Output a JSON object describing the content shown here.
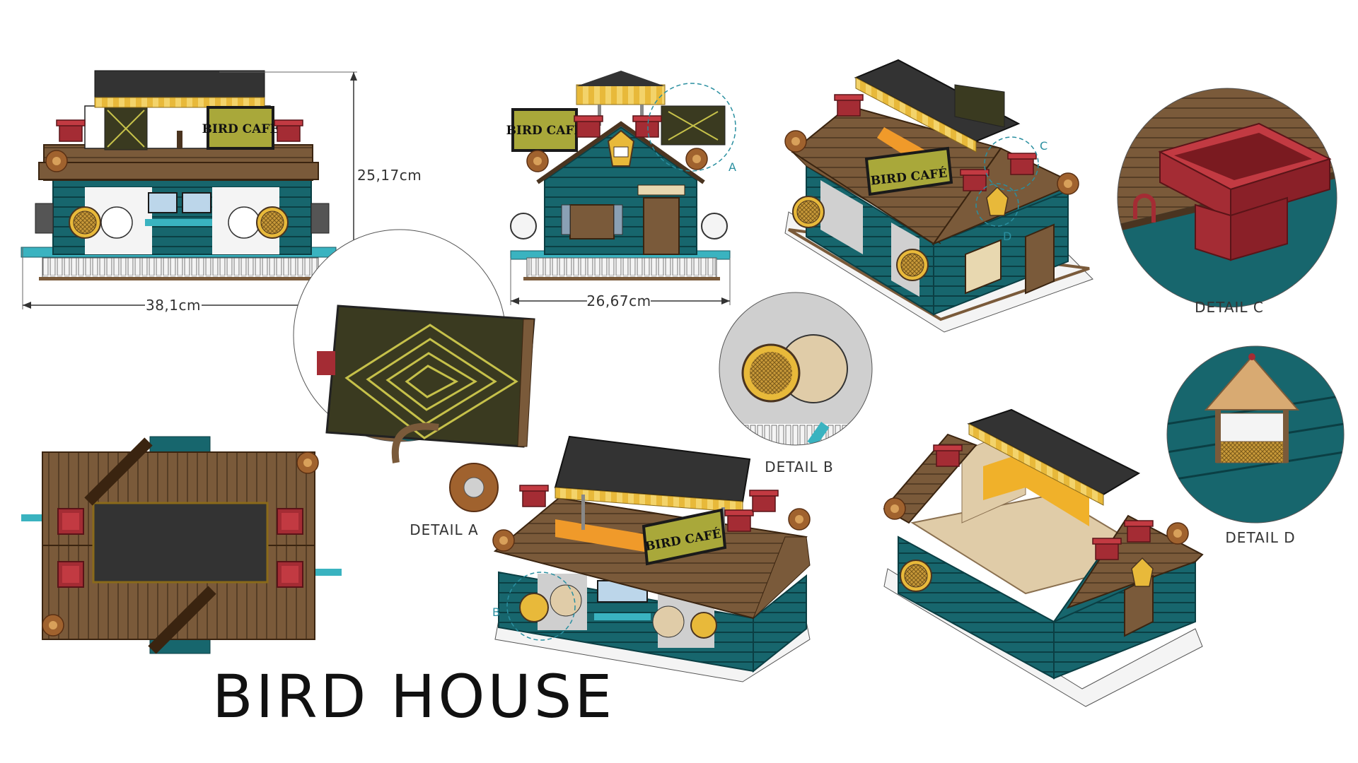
{
  "title": "BIRD HOUSE",
  "sign_text": "BIRD CAFÉ",
  "dimensions": {
    "height": "25,17cm",
    "width_front": "38,1cm",
    "width_side": "26,67cm"
  },
  "details": [
    {
      "tag": "A",
      "label": "DETAIL A"
    },
    {
      "tag": "B",
      "label": "DETAIL B"
    },
    {
      "tag": "C",
      "label": "DETAIL C"
    },
    {
      "tag": "D",
      "label": "DETAIL D"
    }
  ],
  "colors": {
    "wall_teal": "#17666d",
    "roof_brown": "#7a5a3a",
    "chimney_red": "#a42c34",
    "awning_yellow": "#e8b93a",
    "sign_green": "#a9a83a",
    "roof_black": "#333333",
    "fence_white": "#f4f4f4",
    "perch_cyan": "#3ab3c0"
  }
}
